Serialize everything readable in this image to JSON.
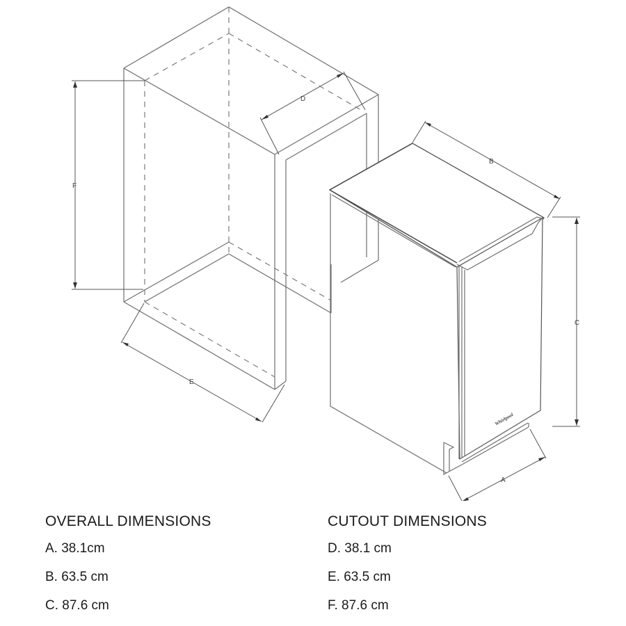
{
  "drawing": {
    "labels": {
      "A": "A",
      "B": "B",
      "C": "C",
      "D": "D",
      "E": "E",
      "F": "F"
    },
    "brand_logo": "Whirlpool"
  },
  "overall": {
    "title": "OVERALL DIMENSIONS",
    "items": [
      {
        "key": "A",
        "text": "A. 38.1cm"
      },
      {
        "key": "B",
        "text": "B. 63.5 cm"
      },
      {
        "key": "C",
        "text": "C. 87.6 cm"
      }
    ]
  },
  "cutout": {
    "title": "CUTOUT DIMENSIONS",
    "items": [
      {
        "key": "D",
        "text": "D. 38.1 cm"
      },
      {
        "key": "E",
        "text": "E. 63.5 cm"
      },
      {
        "key": "F",
        "text": "F. 87.6 cm"
      }
    ]
  }
}
